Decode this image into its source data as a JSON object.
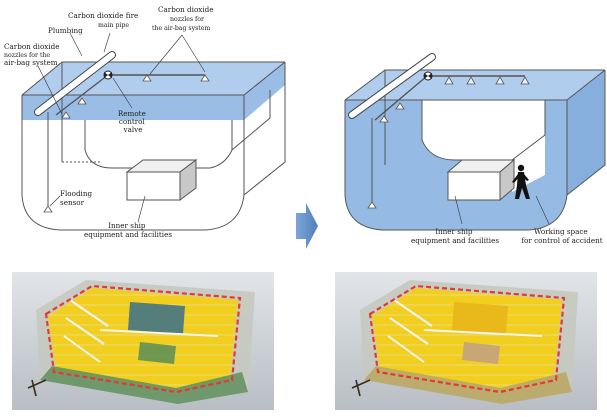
{
  "left_diagram": {
    "label_co2_nozzles_left": [
      "Carbon dioxide",
      "nozzles  for  the",
      "air-bag system"
    ],
    "label_plumbing": "Plumbing",
    "label_co2_main_pipe": [
      "Carbon dioxide fire",
      "main pipe"
    ],
    "label_co2_nozzles_top": [
      "Carbon dioxide",
      "nozzles  for",
      "the air-bag system"
    ],
    "label_remote_valve": [
      "Remote",
      "control",
      "valve"
    ],
    "label_flooding_sensor": [
      "Flooding",
      "sensor"
    ],
    "label_inner_equipment": [
      "Inner ship",
      "equipment  and facilities"
    ]
  },
  "right_diagram": {
    "label_inner_equipment": [
      "Inner ship",
      "equipment and facilities"
    ],
    "label_working_space": [
      "Working  space",
      "for  control of accident"
    ]
  },
  "colors": {
    "water_blue": "#8fb6e3",
    "arrow_blue": "#4a7fc0",
    "deck_yellow": "#f2cf1e",
    "dashed_red": "#e53a2b",
    "photo_bg": "#d4d8dc"
  },
  "icons": {
    "transition_arrow": "right-arrow-icon",
    "person": "person-icon",
    "valve": "valve-icon"
  }
}
